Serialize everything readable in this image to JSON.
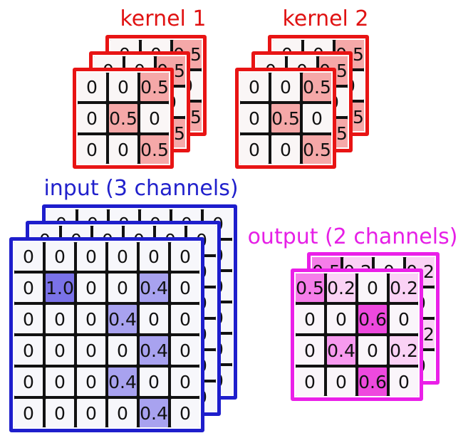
{
  "diagram": {
    "description_colors": {
      "kernel_frame": "#e81414",
      "kernel_highlight": "#f5a8a8",
      "input_frame": "#1e1ecc",
      "input_highlight_strong": "#7a72e8",
      "input_highlight_soft": "#a8a2ef",
      "output_frame": "#ea1fe8",
      "output_highlight_05": "#f57de9",
      "output_highlight_02": "#fad2f5",
      "output_highlight_04": "#f79aef",
      "output_highlight_06": "#ee49de",
      "grid_line": "#111111"
    }
  },
  "figures": [
    {
      "key": "kernel1",
      "title": "kernel 1",
      "frame_color": "#e81414",
      "title_color": "#e01212",
      "cell_text_color": "#111111",
      "cell_colors": {
        "0.5": "#f5a8a8",
        "default": "#faf6f6"
      },
      "layers": [
        [
          [
            "0",
            "0",
            "0.5"
          ],
          [
            "0",
            "0.5",
            "0"
          ],
          [
            "0",
            "0",
            "0.5"
          ]
        ],
        [
          [
            "0",
            "0",
            "0.5"
          ],
          [
            "0",
            "0.5",
            "0"
          ],
          [
            "0",
            "0",
            "0.5"
          ]
        ],
        [
          [
            "0",
            "0",
            "0.5"
          ],
          [
            "0",
            "0.5",
            "0"
          ],
          [
            "0",
            "0",
            "0.5"
          ]
        ]
      ]
    },
    {
      "key": "kernel2",
      "title": "kernel 2",
      "frame_color": "#e81414",
      "title_color": "#e01212",
      "cell_text_color": "#111111",
      "cell_colors": {
        "0.5": "#f5a8a8",
        "default": "#faf6f6"
      },
      "layers": [
        [
          [
            "0",
            "0",
            "0.5"
          ],
          [
            "0",
            "0.5",
            "0"
          ],
          [
            "0",
            "0",
            "0.5"
          ]
        ],
        [
          [
            "0",
            "0",
            "0.5"
          ],
          [
            "0",
            "0.5",
            "0"
          ],
          [
            "0",
            "0",
            "0.5"
          ]
        ],
        [
          [
            "0",
            "0",
            "0.5"
          ],
          [
            "0",
            "0.5",
            "0"
          ],
          [
            "0",
            "0",
            "0.5"
          ]
        ]
      ]
    },
    {
      "key": "input",
      "title": "input (3 channels)",
      "frame_color": "#1e1ecc",
      "title_color": "#2121cc",
      "cell_text_color": "#111111",
      "cell_colors": {
        "1.0": "#7a72e8",
        "0.4": "#a8a2ef",
        "default": "#f7f7fb"
      },
      "layers": [
        [
          [
            "0",
            "0",
            "0",
            "0",
            "0",
            "0"
          ],
          [
            "0",
            "0",
            "0",
            "0",
            "0",
            "0"
          ],
          [
            "0",
            "0",
            "0",
            "0",
            "0",
            "0"
          ],
          [
            "0",
            "0",
            "0",
            "0",
            "0",
            "0"
          ],
          [
            "0",
            "0",
            "0",
            "0",
            "0",
            "0"
          ],
          [
            "0",
            "0",
            "0",
            "0",
            "0",
            "0"
          ]
        ],
        [
          [
            "0",
            "0",
            "0",
            "0",
            "0",
            "0"
          ],
          [
            "0",
            "0",
            "0",
            "0",
            "0",
            "0"
          ],
          [
            "0",
            "0",
            "0",
            "0",
            "0",
            "0"
          ],
          [
            "0",
            "0",
            "0",
            "0",
            "0",
            "0"
          ],
          [
            "0",
            "0",
            "0",
            "0",
            "0",
            "0"
          ],
          [
            "0",
            "0",
            "0",
            "0",
            "0",
            "0"
          ]
        ],
        [
          [
            "0",
            "0",
            "0",
            "0",
            "0",
            "0"
          ],
          [
            "0",
            "1.0",
            "0",
            "0",
            "0.4",
            "0"
          ],
          [
            "0",
            "0",
            "0",
            "0.4",
            "0",
            "0"
          ],
          [
            "0",
            "0",
            "0",
            "0",
            "0.4",
            "0"
          ],
          [
            "0",
            "0",
            "0",
            "0.4",
            "0",
            "0"
          ],
          [
            "0",
            "0",
            "0",
            "0",
            "0.4",
            "0"
          ]
        ]
      ]
    },
    {
      "key": "output",
      "title": "output (2 channels)",
      "frame_color": "#ea1fe8",
      "title_color": "#e61fe6",
      "cell_text_color": "#111111",
      "cell_colors": {
        "0.5": "#f57de9",
        "0.2": "#fad2f5",
        "0.4": "#f79aef",
        "0.6": "#ee49de",
        "default": "#faf5fa"
      },
      "layers": [
        [
          [
            "0.5",
            "0.2",
            "0",
            "0.2"
          ],
          [
            "0",
            "0",
            "0.6",
            "0"
          ],
          [
            "0",
            "0.4",
            "0",
            "0.2"
          ],
          [
            "0",
            "0",
            "0.6",
            "0"
          ]
        ],
        [
          [
            "0.5",
            "0.2",
            "0",
            "0.2"
          ],
          [
            "0",
            "0",
            "0.6",
            "0"
          ],
          [
            "0",
            "0.4",
            "0",
            "0.2"
          ],
          [
            "0",
            "0",
            "0.6",
            "0"
          ]
        ]
      ]
    }
  ]
}
